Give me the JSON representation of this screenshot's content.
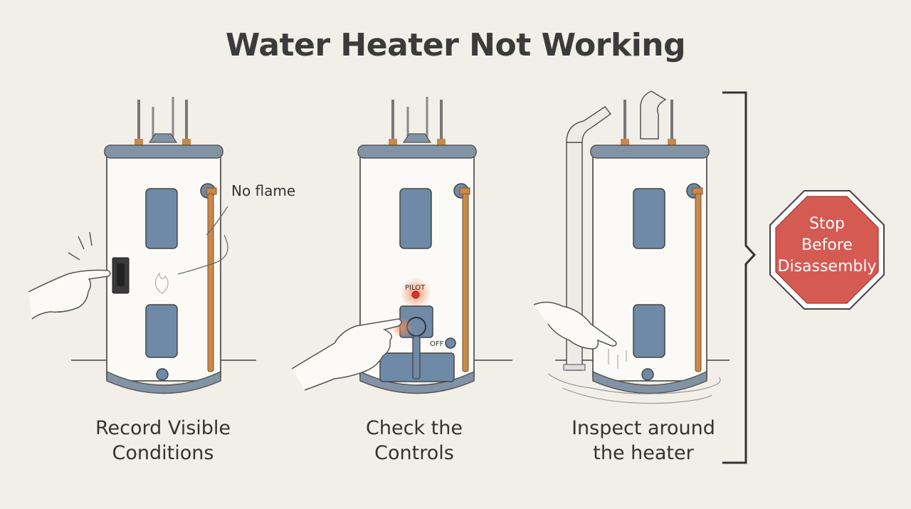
{
  "title": "Water Heater Not Working",
  "steps": [
    {
      "caption_line1": "Record Visible",
      "caption_line2": "Conditions",
      "annotation": "No flame"
    },
    {
      "caption_line1": "Check the",
      "caption_line2": "Controls",
      "pilot_label": "PILOT",
      "off_label": "OFF"
    },
    {
      "caption_line1": "Inspect around",
      "caption_line2": "the heater"
    }
  ],
  "stop_sign": {
    "line1": "Stop",
    "line2": "Before",
    "line3": "Disassembly"
  },
  "colors": {
    "background": "#f1efe8",
    "tank_body": "#fbfaf6",
    "tank_trim": "#8193a4",
    "panel": "#6f8aa6",
    "copper": "#c9894a",
    "stop_sign": "#d55a52",
    "pilot_glow": "#f08a5a"
  }
}
